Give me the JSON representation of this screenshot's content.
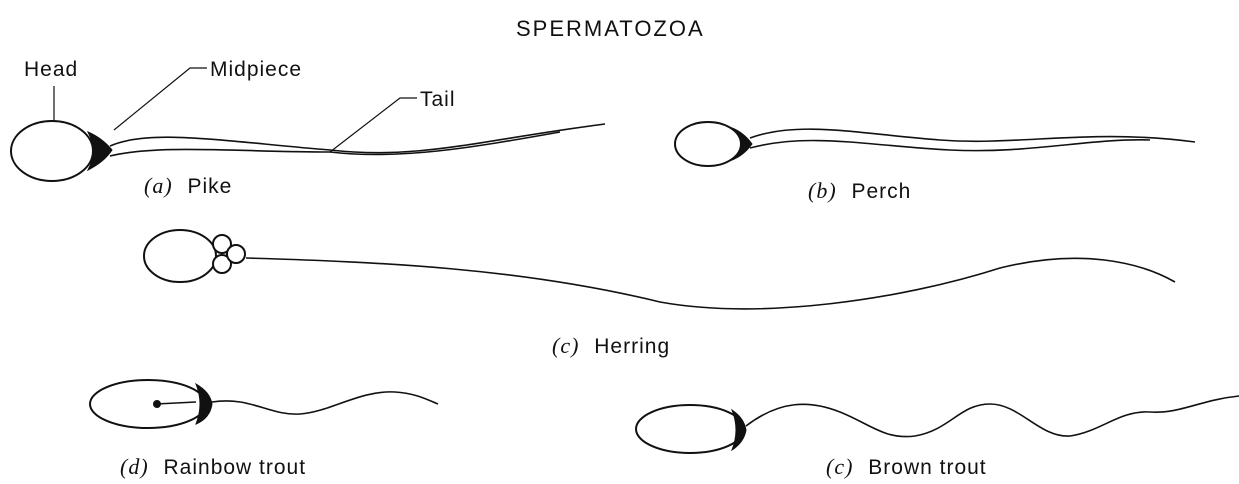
{
  "title": "SPERMATOZOA",
  "part_labels": {
    "head": "Head",
    "midpiece": "Midpiece",
    "tail": "Tail"
  },
  "specimens": [
    {
      "letter": "(a)",
      "name": "Pike"
    },
    {
      "letter": "(b)",
      "name": "Perch"
    },
    {
      "letter": "(c)",
      "name": "Herring"
    },
    {
      "letter": "(d)",
      "name": "Rainbow trout"
    },
    {
      "letter": "(c)",
      "name": "Brown trout"
    }
  ]
}
